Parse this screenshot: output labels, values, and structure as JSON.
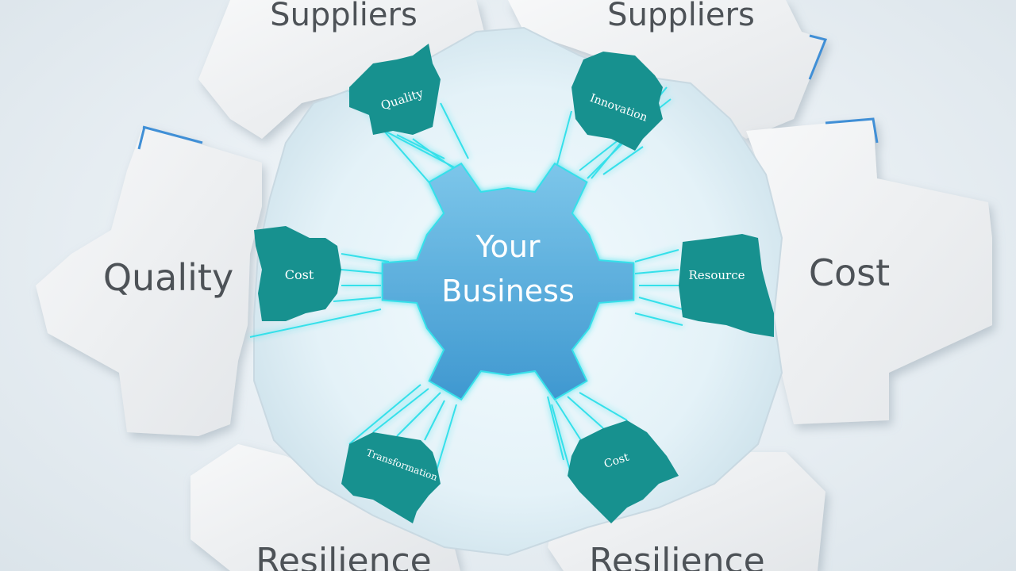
{
  "center": {
    "line1": "Your",
    "line2": "Business"
  },
  "outer_nodes": {
    "suppliers_left": "Suppliers",
    "suppliers_right": "Suppliers",
    "quality": "Quality",
    "cost": "Cost",
    "resilience_left": "Resilience",
    "resilience_right": "Resilience"
  },
  "inner_tiles": {
    "top_left": "Quality",
    "top_right": "Innovation",
    "mid_left": "Cost",
    "mid_right": "Resource",
    "bottom_left": "Transformation",
    "bottom_right": "Cost"
  },
  "colors": {
    "center_gear": "#5ab3df",
    "tile_teal": "#17918f",
    "connector_cyan": "#35e0ea",
    "outer_gear": "#eceef0",
    "accent_blue": "#3f8fd6"
  }
}
